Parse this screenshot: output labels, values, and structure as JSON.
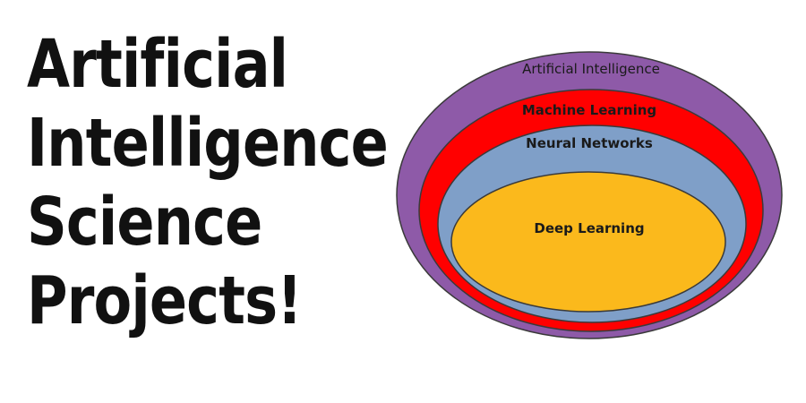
{
  "headline": {
    "lines": [
      "Artificial",
      "Intelligence",
      "Science",
      "Projects!"
    ]
  },
  "diagram": {
    "rings": [
      {
        "label": "Artificial Intelligence",
        "color": "#8e5aa8"
      },
      {
        "label": "Machine Learning",
        "color": "#ff0000"
      },
      {
        "label": "Neural Networks",
        "color": "#7f9fc8"
      },
      {
        "label": "Deep Learning",
        "color": "#fbb91c"
      }
    ],
    "outline_color": "#3a3a3a"
  }
}
